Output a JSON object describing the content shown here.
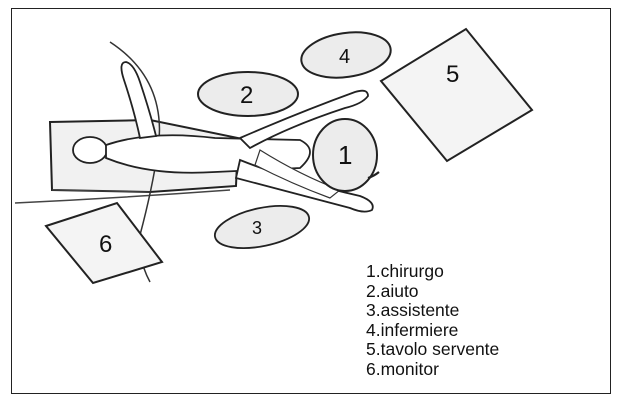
{
  "labels": {
    "surgeon": "1",
    "assistant_aid": "2",
    "second_assistant": "3",
    "nurse": "4",
    "instrument_table": "5",
    "monitor": "6"
  },
  "legend": [
    "1.chirurgo",
    "2.aiuto",
    "3.assistente",
    "4.infermiere",
    "5.tavolo servente",
    "6.monitor"
  ]
}
